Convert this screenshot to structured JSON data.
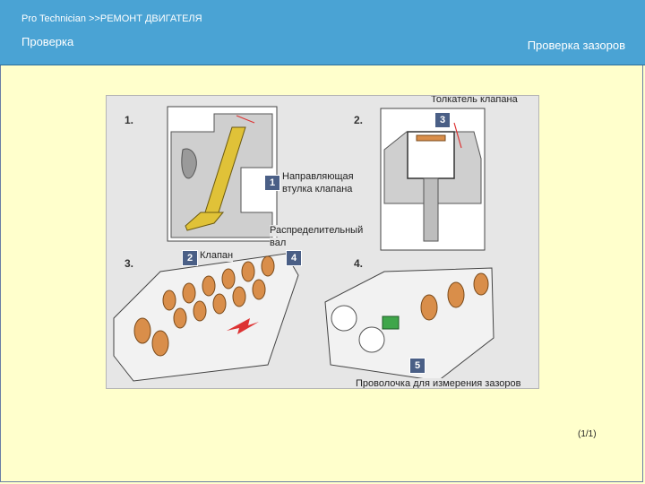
{
  "header": {
    "breadcrumb": "Pro Technician >>РЕМОНТ ДВИГАТЕЛЯ",
    "section": "Проверка",
    "page_title": "Проверка зазоров"
  },
  "figure": {
    "steps": [
      "1.",
      "2.",
      "3.",
      "4."
    ],
    "badges": [
      "1",
      "2",
      "3",
      "4",
      "5"
    ],
    "labels": {
      "tappet": "Толкатель клапана",
      "guide_line1": "Направляющая",
      "guide_line2": "втулка клапана",
      "camshaft_line1": "Распределительный",
      "camshaft_line2": "вал",
      "valve": "Клапан",
      "wire": "Проволочка для измерения зазоров"
    }
  },
  "pager": "(1/1)",
  "colors": {
    "header": "#4aa3d4",
    "background": "#ffffcc",
    "accent": "#d98e4a",
    "valve": "#e0c238"
  }
}
